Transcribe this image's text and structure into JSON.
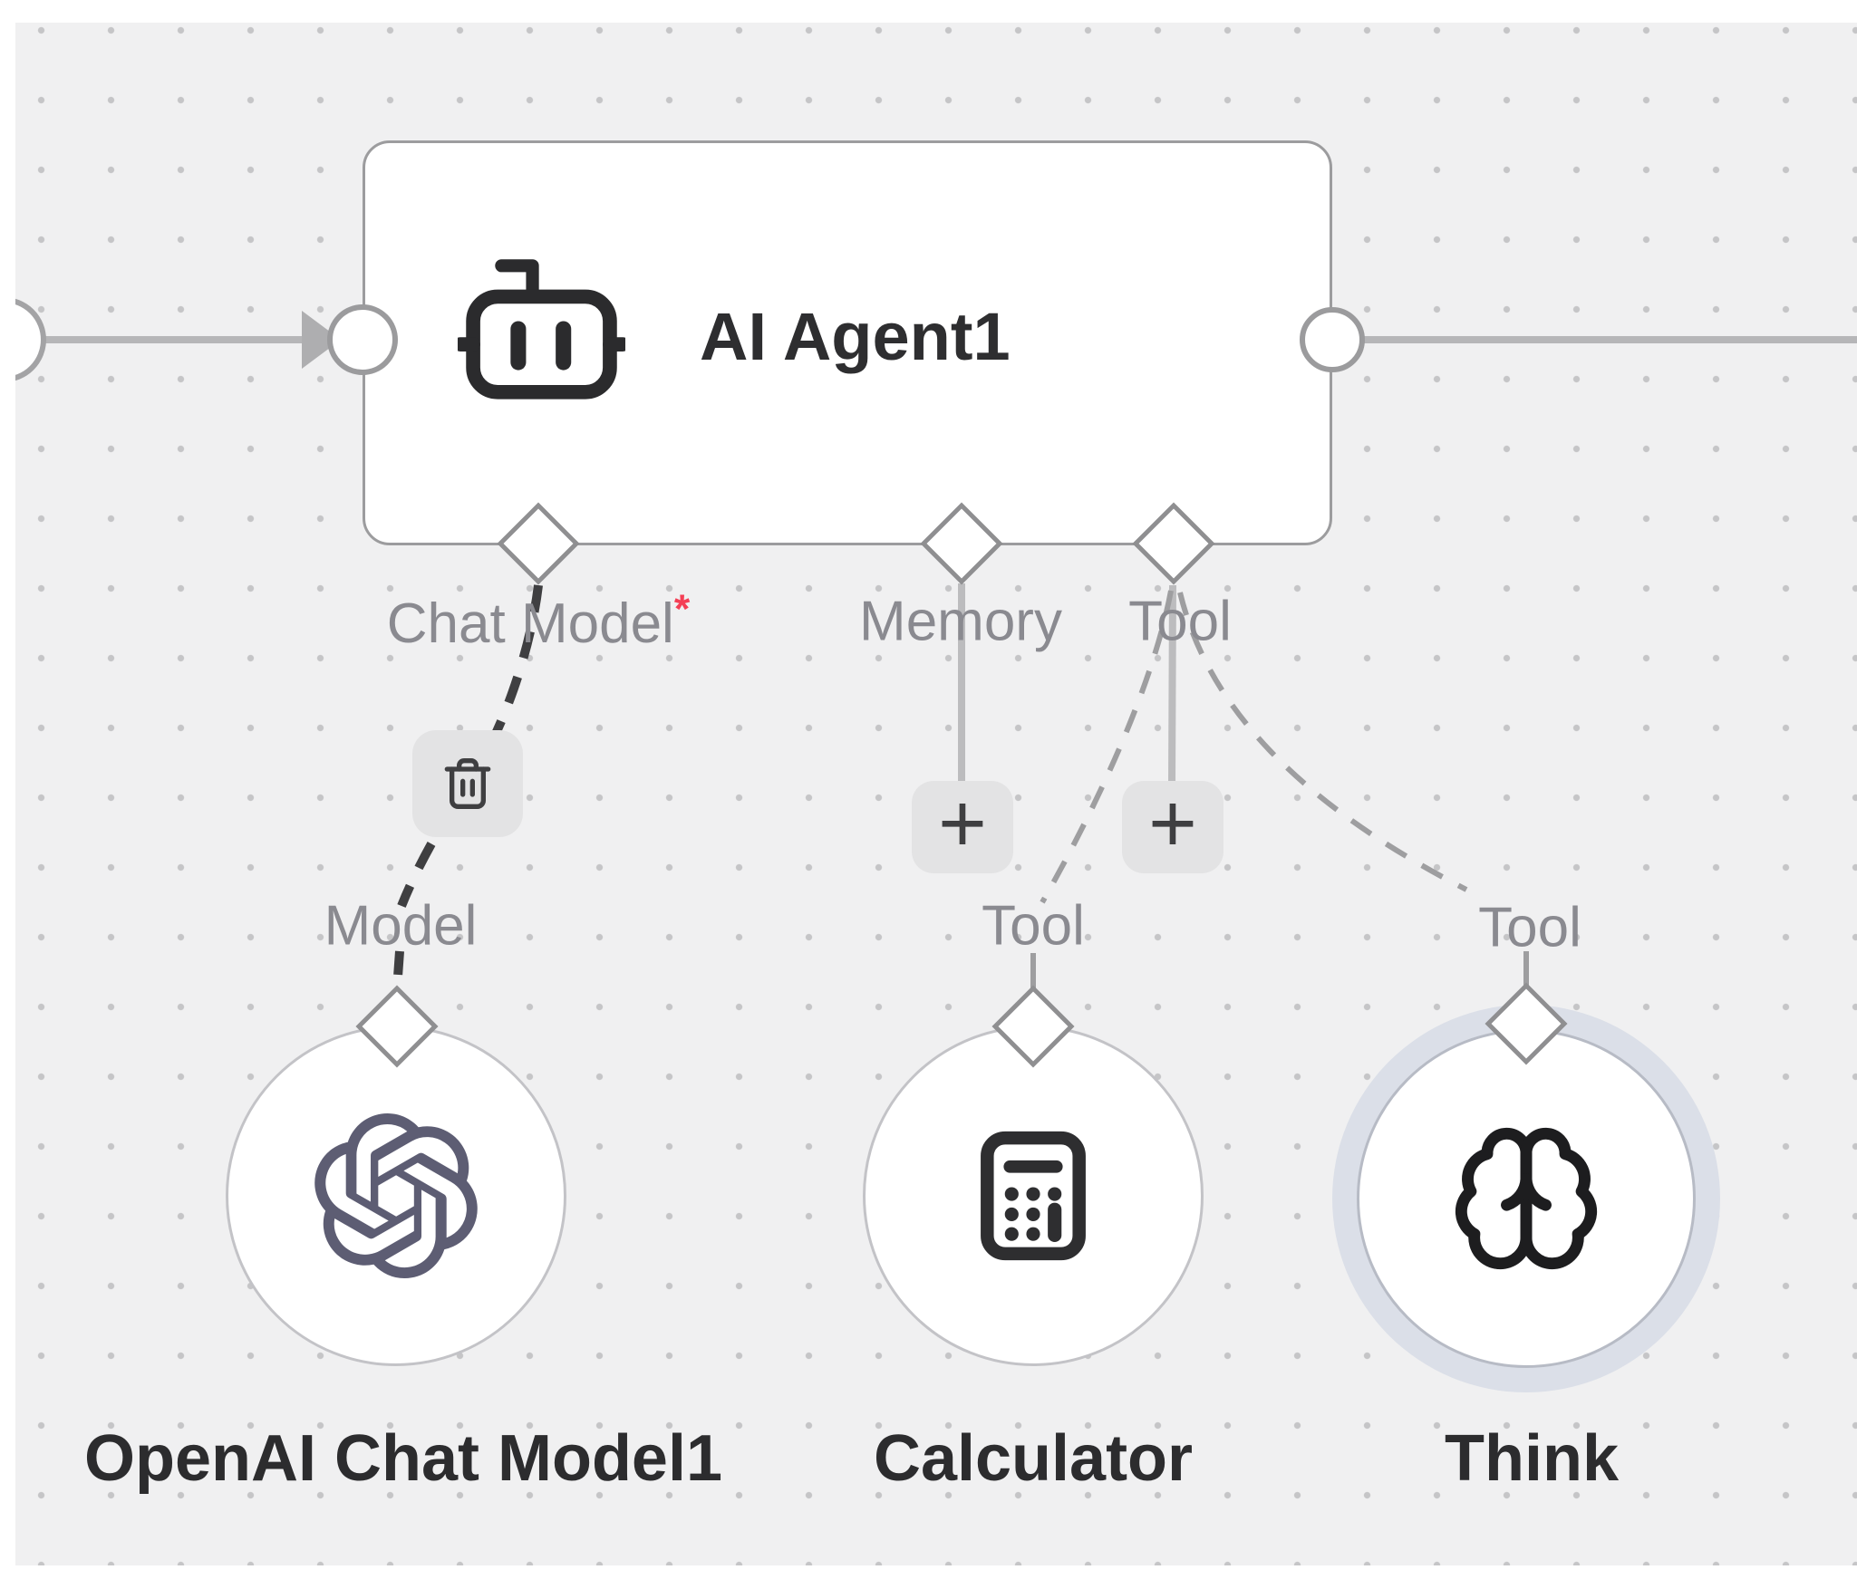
{
  "canvas": {
    "background_color": "#f0f0f1",
    "dot_color": "#c5c5c7"
  },
  "agent_node": {
    "title": "AI Agent1",
    "icon": "robot-icon",
    "connectors": [
      {
        "label": "Chat Model",
        "required_marker": "*"
      },
      {
        "label": "Memory"
      },
      {
        "label": "Tool"
      }
    ]
  },
  "connection_actions": {
    "delete_icon": "trash-icon",
    "add_memory_label": "+",
    "add_tool_label": "+"
  },
  "sub_nodes": [
    {
      "name": "OpenAI Chat Model1",
      "port_label": "Model",
      "icon": "openai-logo-icon",
      "selected": false
    },
    {
      "name": "Calculator",
      "port_label": "Tool",
      "icon": "calculator-icon",
      "selected": false
    },
    {
      "name": "Think",
      "port_label": "Tool",
      "icon": "brain-icon",
      "selected": true
    }
  ],
  "colors": {
    "node_border": "#9c9c9e",
    "connection_gray": "#b6b6b8",
    "dashed_dark": "#3f3f41",
    "dashed_gray": "#9e9ea0",
    "port_label_gray": "#8a8a90",
    "node_name_dark": "#2c2c2e",
    "required_red": "#f43f55",
    "selection_ring": "#dbdfe8",
    "button_bg": "#e3e3e4"
  }
}
